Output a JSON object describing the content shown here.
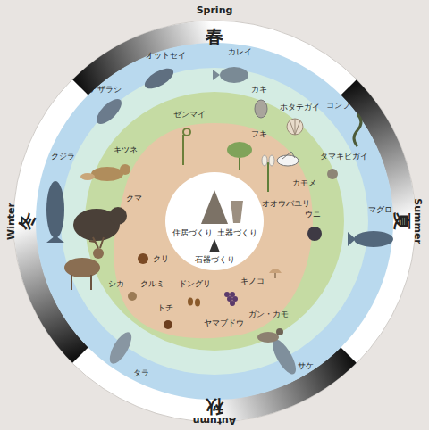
{
  "diagram": {
    "nodes": [
      {
        "text": [
          "住居づくり",
          "土器づくり",
          "石器づくり"
        ]
      }
    ],
    "labels": [
      "Spring",
      "春",
      "Summer",
      "夏",
      "Autumn",
      "秋",
      "Winter",
      "冬",
      "カレイ",
      "オットセイ",
      "アザラシ",
      "クジラ",
      "カキ",
      "ホタテガイ",
      "コンブ",
      "タマキビガイ",
      "マグロ",
      "ウニ",
      "カモメ",
      "サケ",
      "タラ",
      "キツネ",
      "クマ",
      "シカ",
      "ゼンマイ",
      "フキ",
      "オオウバユリ",
      "クリ",
      "クルミ",
      "トチ",
      "ドングリ",
      "ヤマブドウ",
      "キノコ",
      "ガン・カモ"
    ]
  }
}
